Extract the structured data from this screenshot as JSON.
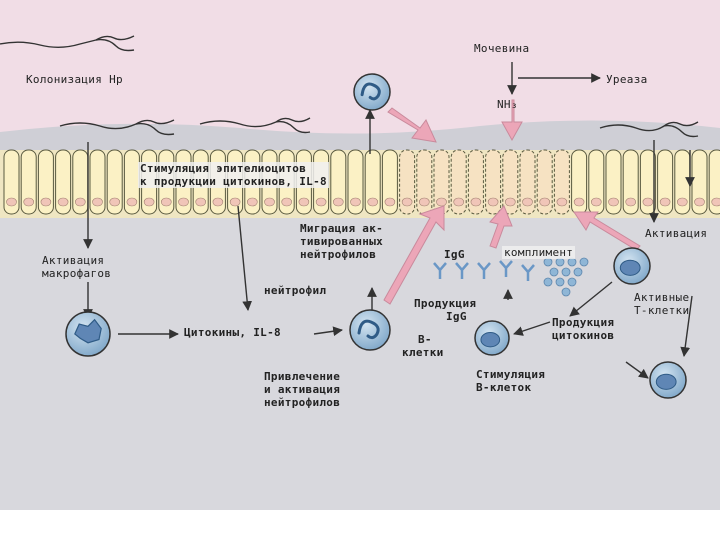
{
  "labels": {
    "colonization": "Колонизация Hp",
    "urea": "Мочевина",
    "urease": "Уреаза",
    "nh3": "NH₃",
    "stimulation_epithelial_1": "Стимуляция эпителиоцитов",
    "stimulation_epithelial_2": "к продукции цитокинов, IL-8",
    "macrophage_activation_1": "Активация",
    "macrophage_activation_2": "макрофагов",
    "migration_1": "Миграция ак-",
    "migration_2": "тивированных",
    "migration_3": "нейтрофилов",
    "igg_top": "IgG",
    "complement": "комплимент",
    "activation": "Активация",
    "neutrophil": "нейтрофил",
    "active_t_1": "Активные",
    "active_t_2": "Т-клетки",
    "cytokines_il8": "Цитокины, IL-8",
    "production_igg_1": "Продукция",
    "production_igg_2": "IgG",
    "production_cytokines_1": "Продукция",
    "production_cytokines_2": "цитокинов",
    "b_cells_1": "В-",
    "b_cells_2": "клетки",
    "recruitment_1": "Привлечение",
    "recruitment_2": "и активация",
    "recruitment_3": "нейтрофилов",
    "stimulation_b_1": "Стимуляция",
    "stimulation_b_2": "В-клеток"
  },
  "colors": {
    "mucus": "#f1dde6",
    "submucosa": "#d6d6dc",
    "epithelium": "#fbf1c5",
    "damaged_cells": "#f6e2c2",
    "nuclei": "#f0c5b8",
    "pink_arrow": "#eba6b8",
    "cell_blue": "#8fb6d6"
  }
}
